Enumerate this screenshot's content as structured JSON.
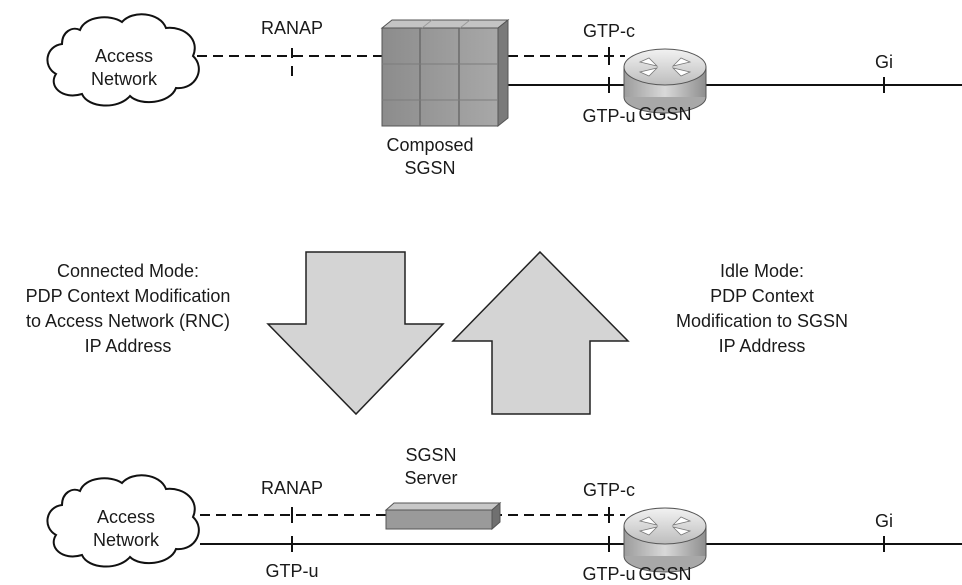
{
  "top": {
    "access_network": [
      "Access",
      "Network"
    ],
    "ranap": "RANAP",
    "sgsn": [
      "Composed",
      "SGSN"
    ],
    "gtp_c": "GTP-c",
    "gtp_u": "GTP-u",
    "ggsn": "GGSN",
    "gi": "Gi"
  },
  "middle": {
    "connected_mode": [
      "Connected Mode:",
      "PDP Context Modification",
      "to Access Network (RNC)",
      "IP Address"
    ],
    "idle_mode": [
      "Idle Mode:",
      "PDP Context",
      "Modification to SGSN",
      "IP Address"
    ]
  },
  "bottom": {
    "access_network": [
      "Access",
      "Network"
    ],
    "ranap": "RANAP",
    "gtp_u_left": "GTP-u",
    "sgsn_server": [
      "SGSN",
      "Server"
    ],
    "gtp_c": "GTP-c",
    "gtp_u_right": "GTP-u",
    "ggsn": "GGSN",
    "gi": "Gi"
  },
  "colors": {
    "line": "#111111",
    "arrow_fill": "#d4d4d4",
    "sgsn_fill": "#9a9a9a",
    "router_fill": "#c8c8c8"
  }
}
